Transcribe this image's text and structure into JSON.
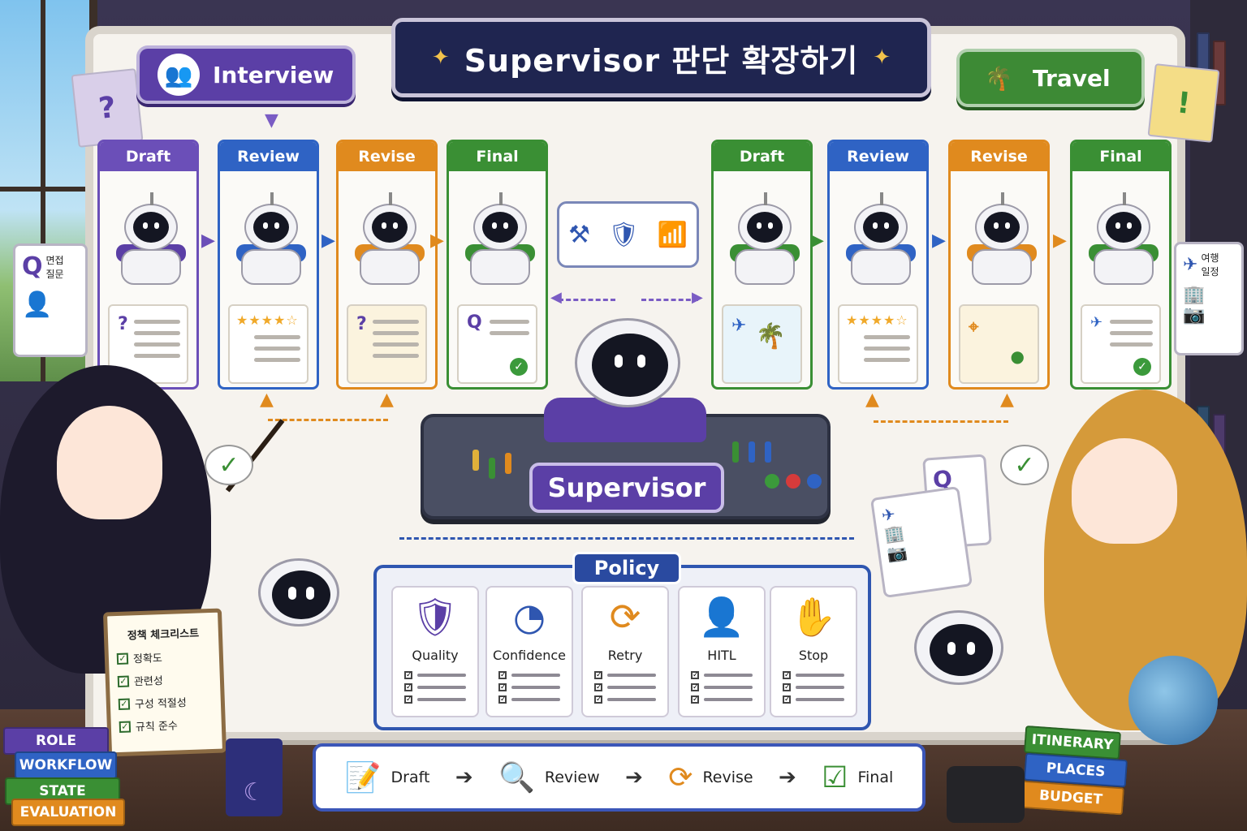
{
  "title": "Supervisor 판단 확장하기",
  "scenarios": {
    "interview": {
      "label": "Interview",
      "icon": "interview-people-icon"
    },
    "travel": {
      "label": "Travel",
      "icon": "palm-plane-icon"
    }
  },
  "stages": {
    "interview": [
      {
        "label": "Draft",
        "color": "#6b4fb8",
        "doc_mark": "?"
      },
      {
        "label": "Review",
        "color": "#2f63c4",
        "doc_mark": "★★★★☆"
      },
      {
        "label": "Revise",
        "color": "#e08a1e",
        "doc_mark": "?"
      },
      {
        "label": "Final",
        "color": "#3a8f34",
        "doc_mark": "Q"
      }
    ],
    "travel": [
      {
        "label": "Draft",
        "color": "#3a8f34",
        "doc_mark": "✈"
      },
      {
        "label": "Review",
        "color": "#2f63c4",
        "doc_mark": "★★★★☆"
      },
      {
        "label": "Revise",
        "color": "#e08a1e",
        "doc_mark": "⌖"
      },
      {
        "label": "Final",
        "color": "#3a8f34",
        "doc_mark": "✈"
      }
    ]
  },
  "side_notes": {
    "left": {
      "letter": "Q",
      "text": "면접\n질문"
    },
    "right": {
      "text": "여행\n일정"
    }
  },
  "supervisor_label": "Supervisor",
  "policy": {
    "title": "Policy",
    "items": [
      {
        "label": "Quality",
        "icon": "shield-check-icon"
      },
      {
        "label": "Confidence",
        "icon": "gauge-icon"
      },
      {
        "label": "Retry",
        "icon": "retry-arrows-icon"
      },
      {
        "label": "HITL",
        "icon": "person-icon"
      },
      {
        "label": "Stop",
        "icon": "stop-hand-icon"
      }
    ]
  },
  "flow": [
    {
      "label": "Draft",
      "icon": "document-pen-icon"
    },
    {
      "label": "Review",
      "icon": "magnifier-icon"
    },
    {
      "label": "Revise",
      "icon": "revise-arrows-icon"
    },
    {
      "label": "Final",
      "icon": "clipboard-check-icon"
    }
  ],
  "checklist": {
    "title": "정책 체크리스트",
    "items": [
      "정확도",
      "관련성",
      "구성 적절성",
      "규칙 준수"
    ]
  },
  "books_left": [
    "ROLE",
    "WORKFLOW",
    "STATE",
    "EVALUATION"
  ],
  "books_right": [
    "ITINERARY",
    "PLACES",
    "BUDGET"
  ],
  "held_card": "Q",
  "colors": {
    "purple": "#5b3fa6",
    "blue": "#2f63c4",
    "orange": "#e08a1e",
    "green": "#3a8f34",
    "navy": "#1f2550"
  }
}
